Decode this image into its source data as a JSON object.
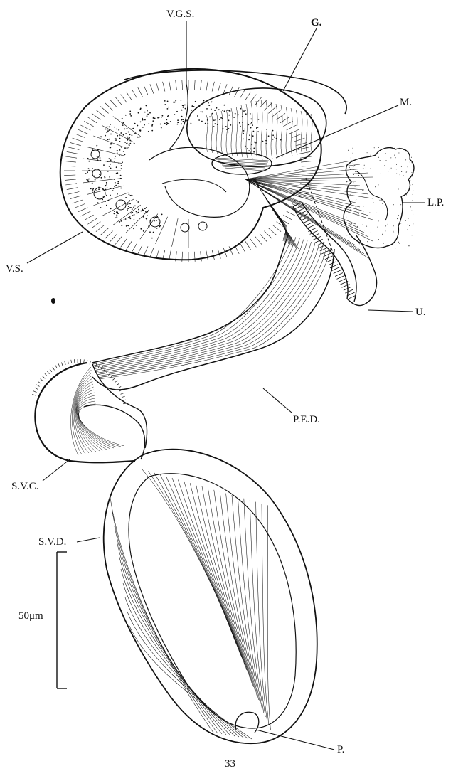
{
  "figure": {
    "number": "33",
    "scale_bar_label": "50μm"
  },
  "labels": {
    "vgs": "V.G.S.",
    "g": "G.",
    "m": "M.",
    "lp": "L.P.",
    "vs": "V.S.",
    "u": "U.",
    "ped": "P.E.D.",
    "svc": "S.V.C.",
    "svd": "S.V.D.",
    "p": "P."
  },
  "colors": {
    "ink": "#111111",
    "paper": "#ffffff"
  }
}
